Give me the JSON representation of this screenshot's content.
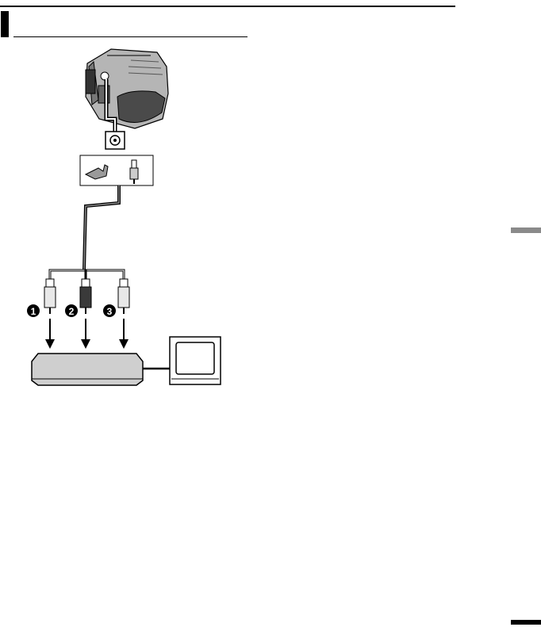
{
  "header": {
    "title": ""
  },
  "diagram": {
    "callouts": [
      {
        "number": "1",
        "color": "#e8e8e8"
      },
      {
        "number": "2",
        "color": "#3a3a3a"
      },
      {
        "number": "3",
        "color": "#e8e8e8"
      }
    ],
    "colors": {
      "line": "#000000",
      "device_fill": "#cfcfcf",
      "camera_body": "#b5b5b5",
      "grip": "#4a4a4a"
    }
  }
}
